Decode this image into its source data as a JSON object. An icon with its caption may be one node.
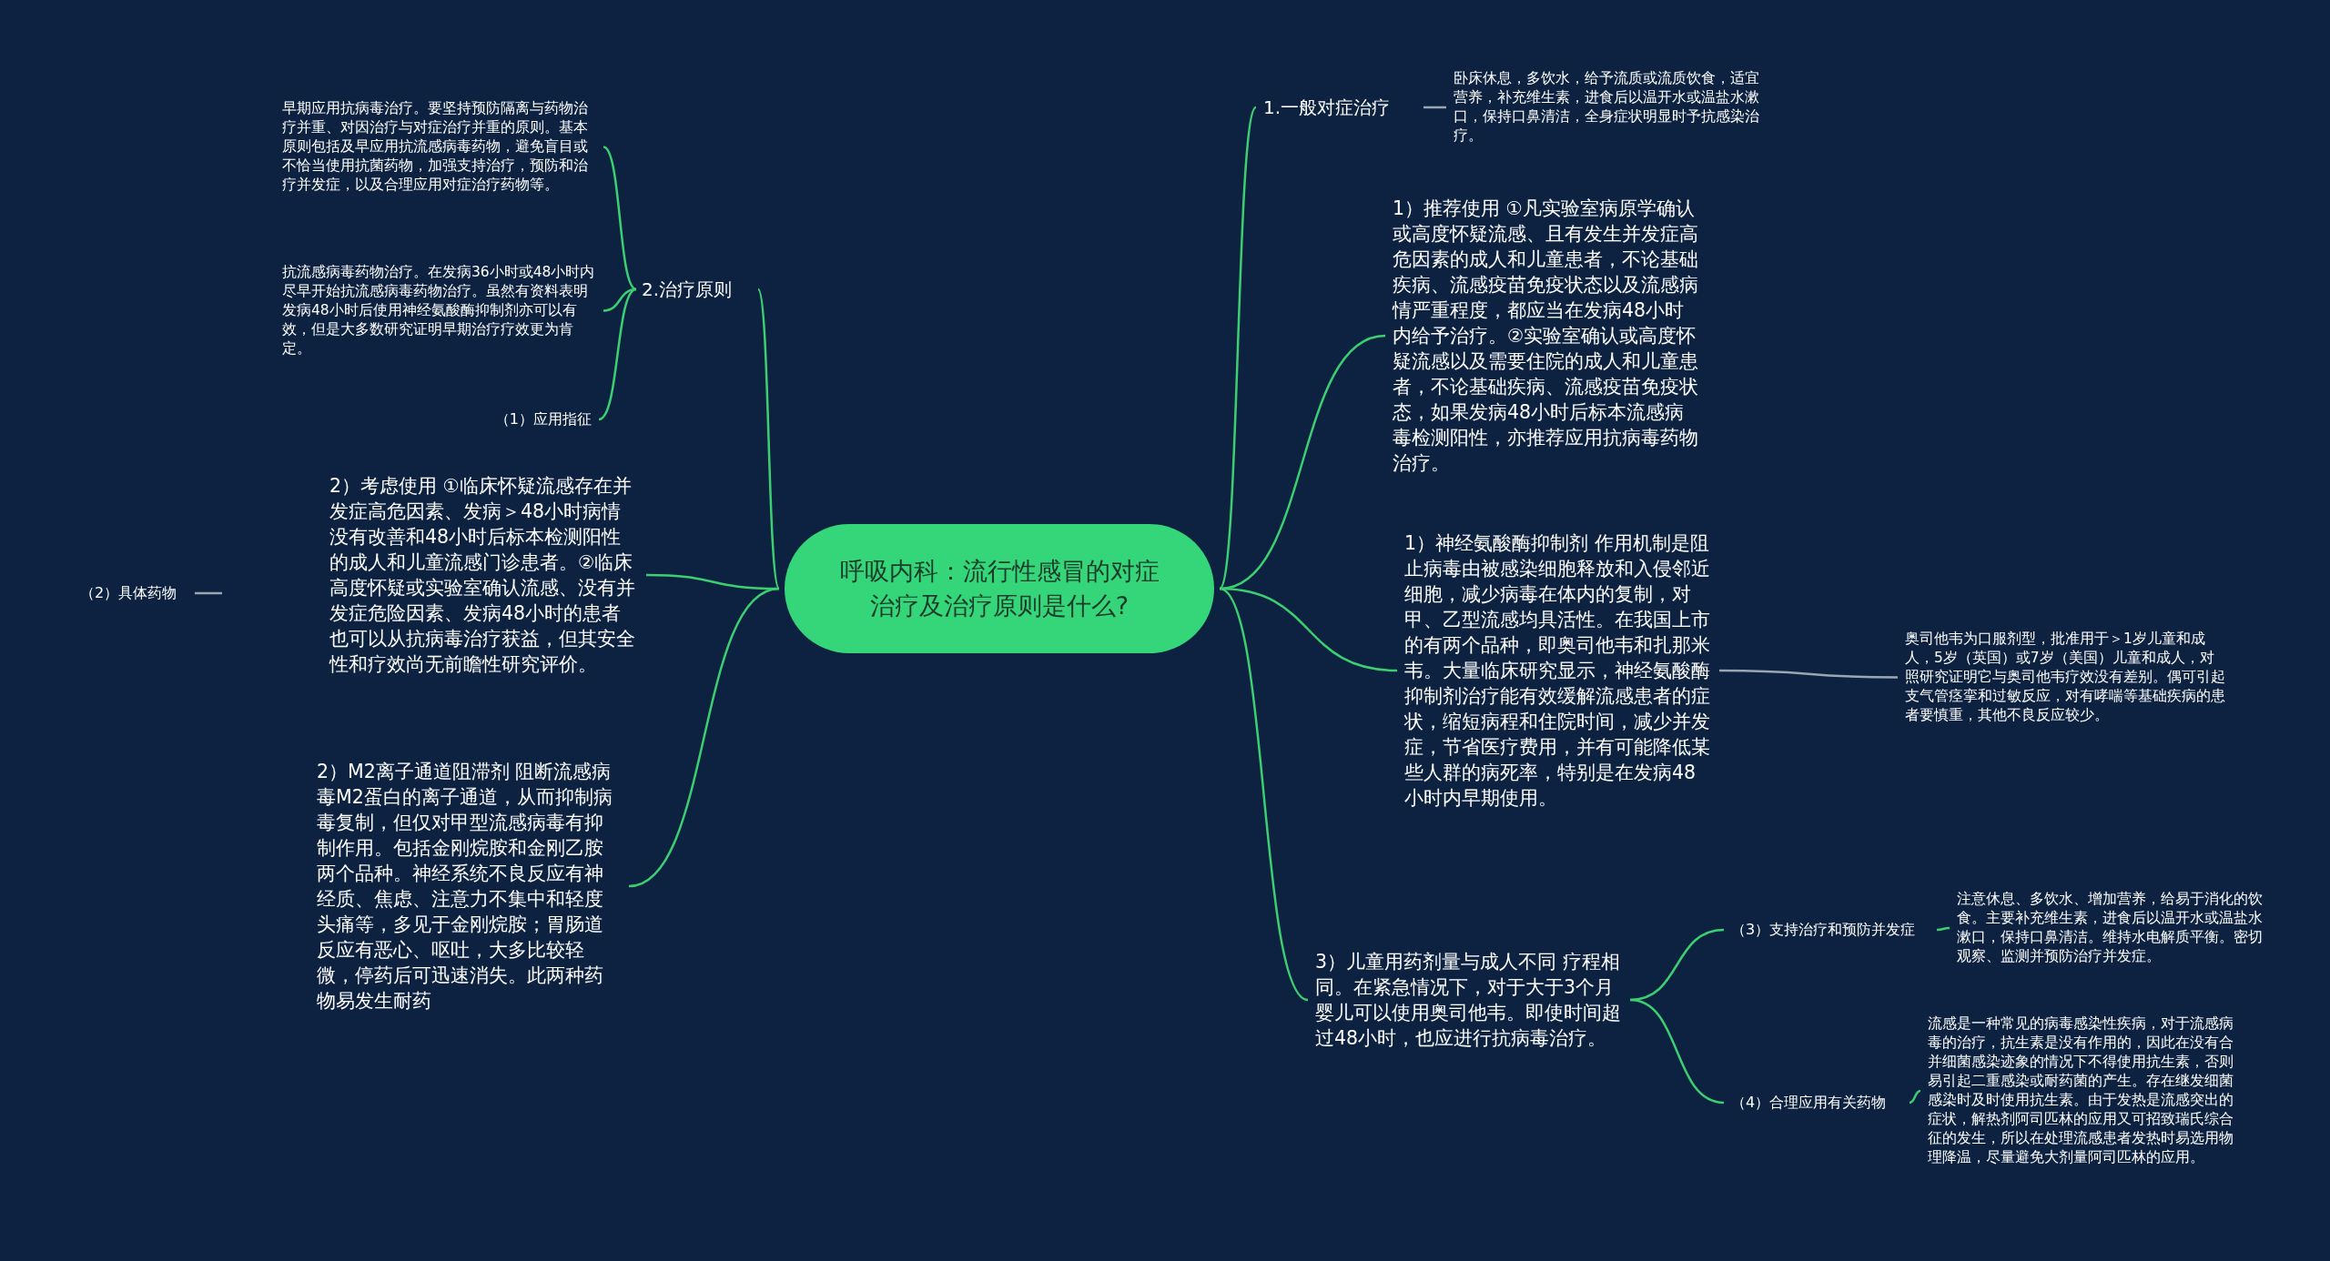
{
  "diagram": {
    "nodes": [
      {
        "text": [
          "呼吸内科：流行性感冒的对症治疗及治疗原则是什么?"
        ]
      },
      {
        "text": [
          "1.一般对症治疗"
        ]
      },
      {
        "text": [
          "卧床休息，多饮水，给予流质或流质饮食，适宜营养，补充维生素，进食后以温开水或温盐水漱口，保持口鼻清洁，全身症状明显时予抗感染治疗。"
        ]
      },
      {
        "text": [
          "1）推荐使用 ①凡实验室病原学确认或高度怀疑流感、且有发生并发症高危因素的成人和儿童患者，不论基础疾病、流感疫苗免疫状态以及流感病情严重程度，都应当在发病48小时内给予治疗。②实验室确认或高度怀疑流感以及需要住院的成人和儿童患者，不论基础疾病、流感疫苗免疫状态，如果发病48小时后标本流感病毒检测阳性，亦推荐应用抗病毒药物治疗。"
        ]
      },
      {
        "text": [
          "1）神经氨酸酶抑制剂 作用机制是阻止病毒由被感染细胞释放和入侵邻近细胞，减少病毒在体内的复制，对甲、乙型流感均具活性。在我国上市的有两个品种，即奥司他韦和扎那米韦。大量临床研究显示，神经氨酸酶抑制剂治疗能有效缓解流感患者的症状，缩短病程和住院时间，减少并发症，节省医疗费用，并有可能降低某些人群的病死率，特别是在发病48小时内早期使用。"
        ]
      },
      {
        "text": [
          "奥司他韦为口服剂型，批准用于＞1岁儿童和成人，5岁（英国）或7岁（美国）儿童和成人，对照研究证明它与奥司他韦疗效没有差别。偶可引起支气管痉挛和过敏反应，对有哮喘等基础疾病的患者要慎重，其他不良反应较少。"
        ]
      },
      {
        "text": [
          "3）儿童用药剂量与成人不同 疗程相同。在紧急情况下，对于大于3个月婴儿可以使用奥司他韦。即使时间超过48小时，也应进行抗病毒治疗。"
        ]
      },
      {
        "text": [
          "（3）支持治疗和预防并发症"
        ]
      },
      {
        "text": [
          "注意休息、多饮水、增加营养，给易于消化的饮食。主要补充维生素，进食后以温开水或温盐水漱口，保持口鼻清洁。维持水电解质平衡。密切观察、监测并预防治疗并发症。"
        ]
      },
      {
        "text": [
          "（4）合理应用有关药物"
        ]
      },
      {
        "text": [
          "流感是一种常见的病毒感染性疾病，对于流感病毒的治疗，抗生素是没有作用的，因此在没有合并细菌感染迹象的情况下不得使用抗生素，否则易引起二重感染或耐药菌的产生。存在继发细菌感染时及时使用抗生素。由于发热是流感突出的症状，解热剂阿司匹林的应用又可招致瑞氏综合征的发生，所以在处理流感患者发热时易选用物理降温，尽量避免大剂量阿司匹林的应用。"
        ]
      },
      {
        "text": [
          "2.治疗原则"
        ]
      },
      {
        "text": [
          "早期应用抗病毒治疗。要坚持预防隔离与药物治疗并重、对因治疗与对症治疗并重的原则。基本原则包括及早应用抗流感病毒药物，避免盲目或不恰当使用抗菌药物，加强支持治疗，预防和治疗并发症，以及合理应用对症治疗药物等。"
        ]
      },
      {
        "text": [
          "抗流感病毒药物治疗。在发病36小时或48小时内尽早开始抗流感病毒药物治疗。虽然有资料表明发病48小时后使用神经氨酸酶抑制剂亦可以有效，但是大多数研究证明早期治疗疗效更为肯定。"
        ]
      },
      {
        "text": [
          "（1）应用指征"
        ]
      },
      {
        "text": [
          "2）考虑使用 ①临床怀疑流感存在并发症高危因素、发病＞48小时病情没有改善和48小时后标本检测阳性的成人和儿童流感门诊患者。②临床高度怀疑或实验室确认流感、没有并发症危险因素、发病48小时的患者也可以从抗病毒治疗获益，但其安全性和疗效尚无前瞻性研究评价。"
        ]
      },
      {
        "text": [
          "（2）具体药物"
        ]
      },
      {
        "text": [
          "2）M2离子通道阻滞剂 阻断流感病毒M2蛋白的离子通道，从而抑制病毒复制，但仅对甲型流感病毒有抑制作用。包括金刚烷胺和金刚乙胺两个品种。神经系统不良反应有神经质、焦虑、注意力不集中和轻度头痛等，多见于金刚烷胺；胃肠道反应有恶心、呕吐，大多比较轻微，停药后可迅速消失。此两种药物易发生耐药"
        ]
      }
    ],
    "edges": [
      {
        "from": 0,
        "to": 1,
        "arrow": "none"
      },
      {
        "from": 1,
        "to": 2,
        "arrow": "none",
        "color": "#9aa6b2"
      },
      {
        "from": 0,
        "to": 3,
        "arrow": "none"
      },
      {
        "from": 0,
        "to": 4,
        "arrow": "none"
      },
      {
        "from": 4,
        "to": 5,
        "arrow": "none",
        "color": "#9aa6b2"
      },
      {
        "from": 0,
        "to": 6,
        "arrow": "none"
      },
      {
        "from": 6,
        "to": 7,
        "arrow": "none"
      },
      {
        "from": 6,
        "to": 9,
        "arrow": "none"
      },
      {
        "from": 7,
        "to": 8,
        "arrow": "none"
      },
      {
        "from": 9,
        "to": 10,
        "arrow": "none"
      },
      {
        "from": 0,
        "to": 11,
        "arrow": "none"
      },
      {
        "from": 11,
        "to": 12,
        "arrow": "none"
      },
      {
        "from": 11,
        "to": 13,
        "arrow": "none"
      },
      {
        "from": 11,
        "to": 14,
        "arrow": "none"
      },
      {
        "from": 0,
        "to": 15,
        "arrow": "none"
      },
      {
        "from": 16,
        "to": null,
        "arrow": "none",
        "color": "#9aa6b2"
      },
      {
        "from": 0,
        "to": 17,
        "arrow": "none"
      }
    ]
  }
}
